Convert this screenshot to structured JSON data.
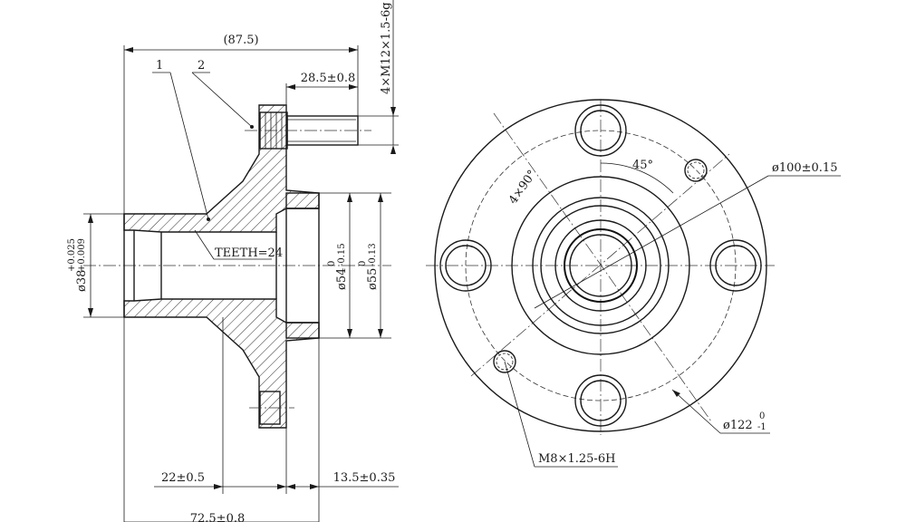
{
  "dimensions": {
    "overall_length": "(87.5)",
    "stud_thread": "4×M12×1.5-6g",
    "stud_length": "28.5±0.8",
    "teeth": "TEETH=24",
    "bore_dia_main": "ø38",
    "bore_dia_tol_upper": "+0.025",
    "bore_dia_tol_lower": "+0.009",
    "dia54_main": "ø54",
    "dia54_tol_upper": "0",
    "dia54_tol_lower": "-0.15",
    "dia55_main": "ø55",
    "dia55_tol_upper": "0",
    "dia55_tol_lower": "-0.13",
    "len_22": "22±0.5",
    "len_13_5": "13.5±0.35",
    "len_72_5": "72.5±0.8",
    "pcd": "ø100±0.15",
    "angle_45": "45°",
    "angle_4x90": "4×90°",
    "flange_dia_main": "ø122",
    "flange_dia_tol_upper": "0",
    "flange_dia_tol_lower": "-1",
    "tapped_hole": "M8×1.25-6H"
  },
  "balloons": {
    "item_1": "1",
    "item_2": "2"
  }
}
